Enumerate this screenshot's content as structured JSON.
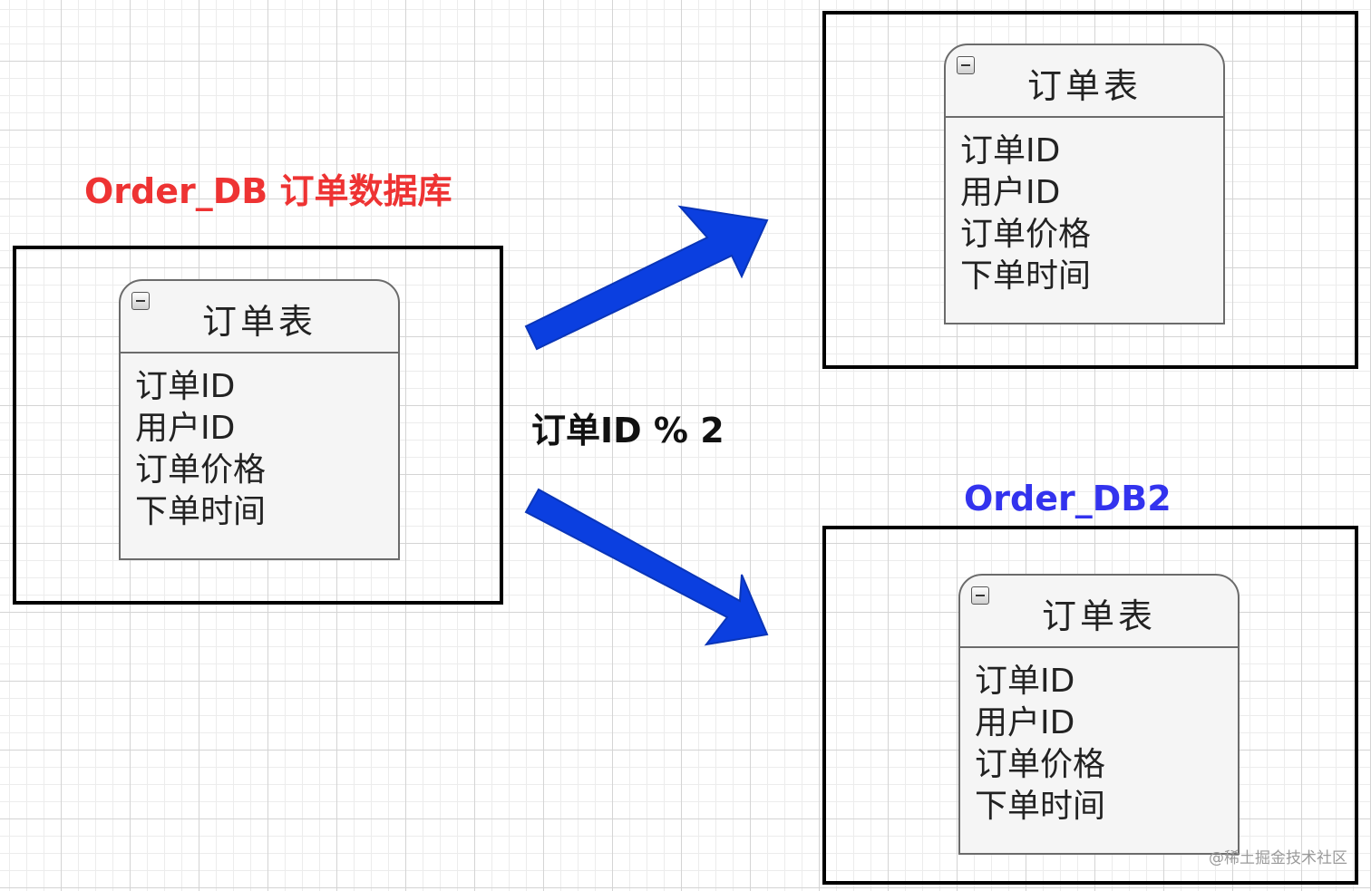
{
  "source": {
    "label": "Order_DB 订单数据库",
    "label_color": "#ee3333",
    "table": {
      "title": "订单表",
      "fields": [
        "订单ID",
        "用户ID",
        "订单价格",
        "下单时间"
      ]
    }
  },
  "shard_rule": "订单ID % 2",
  "targets": [
    {
      "label": "",
      "table": {
        "title": "订单表",
        "fields": [
          "订单ID",
          "用户ID",
          "订单价格",
          "下单时间"
        ]
      }
    },
    {
      "label": "Order_DB2",
      "label_color": "#3333ee",
      "table": {
        "title": "订单表",
        "fields": [
          "订单ID",
          "用户ID",
          "订单价格",
          "下单时间"
        ]
      }
    }
  ],
  "arrow_color": "#0b3fe0",
  "watermark": "@稀土掘金技术社区"
}
